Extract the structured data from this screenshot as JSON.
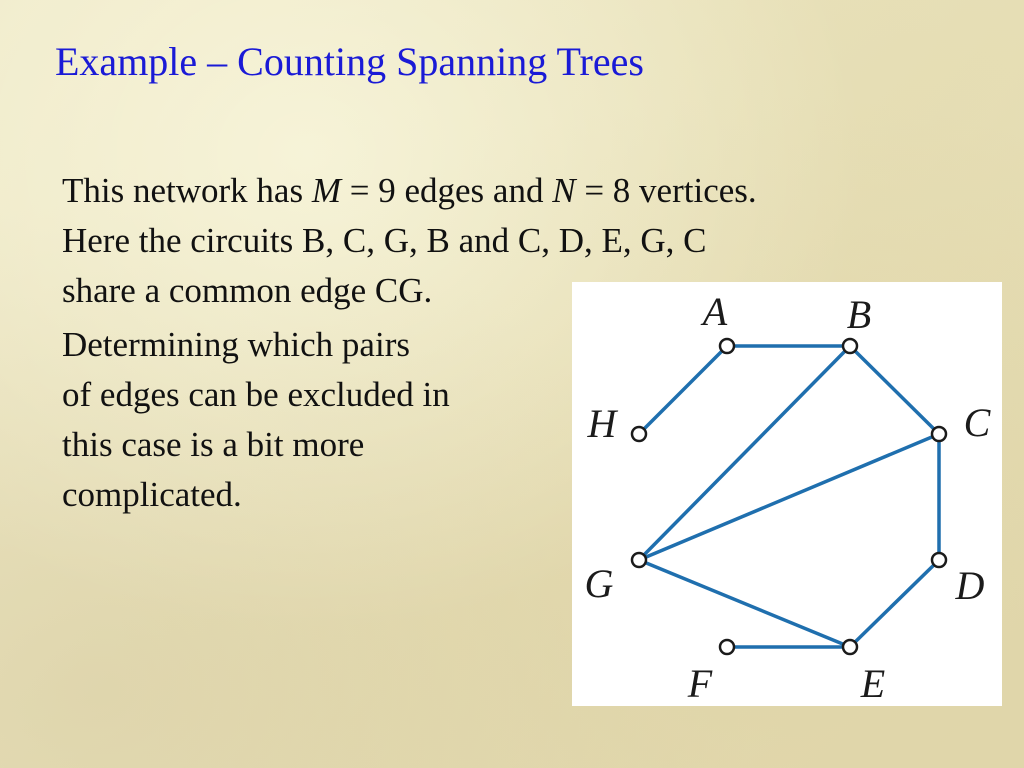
{
  "title": "Example – Counting Spanning Trees",
  "paragraph1": {
    "line1": {
      "a": "This network has ",
      "b": "M",
      "c": " = 9 edges and ",
      "d": "N",
      "e": " = 8 vertices."
    },
    "line2": "Here the circuits B, C, G, B and C, D, E, G, C",
    "line3": "share a common edge CG."
  },
  "paragraph2": {
    "lines": [
      "Determining which pairs",
      "of edges can be excluded in",
      "this case is a bit more",
      "complicated."
    ]
  },
  "graph": {
    "vertices": [
      {
        "id": "A",
        "label": "A"
      },
      {
        "id": "B",
        "label": "B"
      },
      {
        "id": "C",
        "label": "C"
      },
      {
        "id": "D",
        "label": "D"
      },
      {
        "id": "E",
        "label": "E"
      },
      {
        "id": "F",
        "label": "F"
      },
      {
        "id": "G",
        "label": "G"
      },
      {
        "id": "H",
        "label": "H"
      }
    ],
    "edges": [
      [
        "H",
        "A"
      ],
      [
        "A",
        "B"
      ],
      [
        "B",
        "C"
      ],
      [
        "C",
        "D"
      ],
      [
        "D",
        "E"
      ],
      [
        "E",
        "F"
      ],
      [
        "G",
        "B"
      ],
      [
        "G",
        "C"
      ],
      [
        "G",
        "E"
      ]
    ],
    "edge_color": "#1f6fae"
  }
}
